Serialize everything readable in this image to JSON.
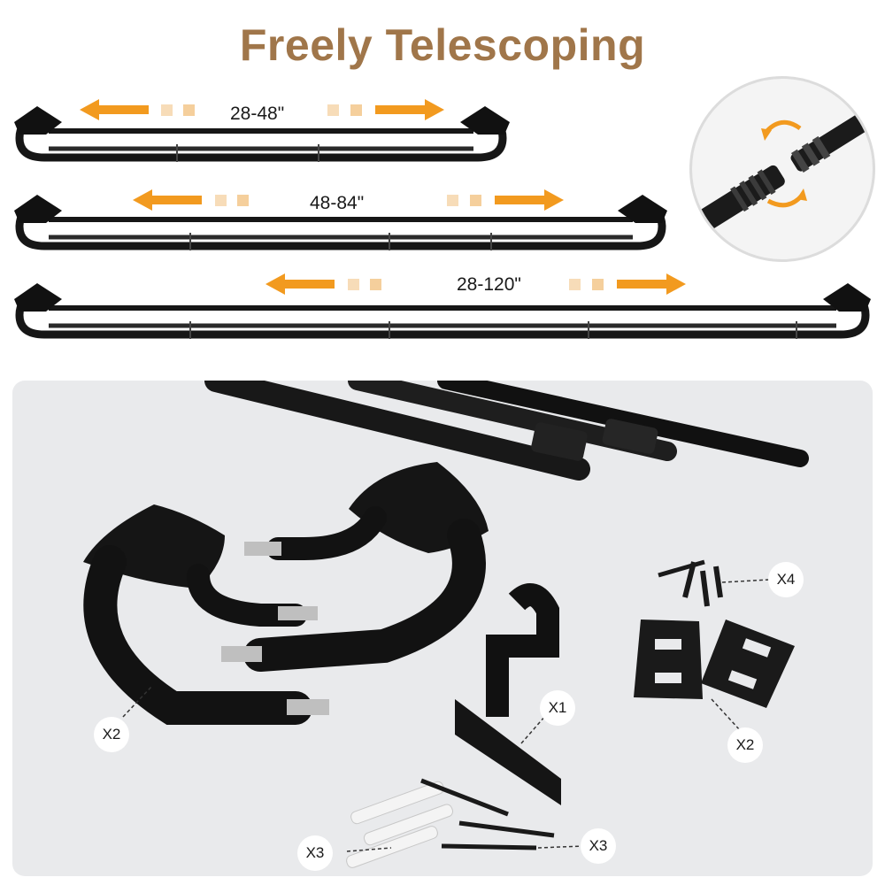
{
  "title": "Freely Telescoping",
  "rods": [
    {
      "length_label": "28-48\""
    },
    {
      "length_label": "48-84\""
    },
    {
      "length_label": "28-120\""
    }
  ],
  "quantities": {
    "brackets_double": "X2",
    "screws_small": "X4",
    "plates": "X2",
    "bracket_single": "X1",
    "anchors": "X3",
    "screws_long": "X3"
  },
  "colors": {
    "title": "#a0764a",
    "arrow": "#f29a1f",
    "dot": "#f7dcb8",
    "rod": "#161616",
    "panel": "#e9eaec"
  },
  "icons": {
    "arrow_left": "arrow-left-icon",
    "arrow_right": "arrow-right-icon",
    "rotate": "rotate-icon"
  }
}
